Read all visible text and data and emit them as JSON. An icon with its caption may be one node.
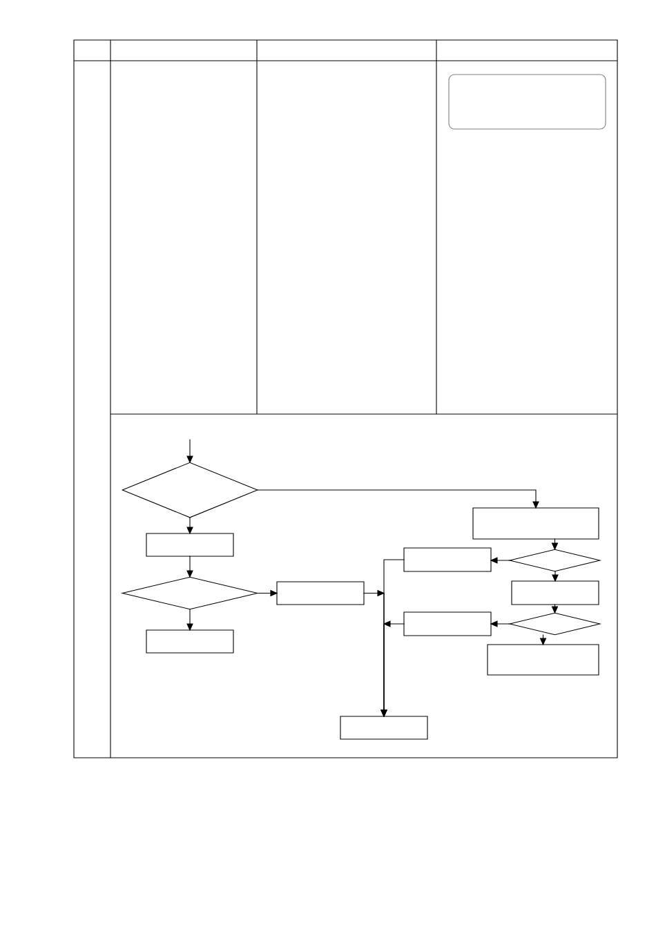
{
  "diagram": {
    "nodes": [
      {
        "text": [],
        "shape": "diamond"
      },
      {
        "text": [],
        "shape": "box"
      },
      {
        "text": [],
        "shape": "diamond"
      },
      {
        "text": [],
        "shape": "box"
      },
      {
        "text": [],
        "shape": "box"
      },
      {
        "text": [],
        "shape": "box"
      },
      {
        "text": [],
        "shape": "diamond"
      },
      {
        "text": [],
        "shape": "box"
      },
      {
        "text": [],
        "shape": "box"
      },
      {
        "text": [],
        "shape": "diamond"
      },
      {
        "text": [],
        "shape": "box"
      },
      {
        "text": [],
        "shape": "box"
      },
      {
        "text": [],
        "shape": "box"
      },
      {
        "text": [],
        "shape": "box"
      }
    ],
    "edges": [
      {
        "from": null,
        "to": 0,
        "arrow": "to"
      },
      {
        "from": 0,
        "to": 1,
        "arrow": "to"
      },
      {
        "from": 1,
        "to": 2,
        "arrow": "to"
      },
      {
        "from": 2,
        "to": 3,
        "arrow": "to"
      },
      {
        "from": 2,
        "to": 4,
        "arrow": "to"
      },
      {
        "from": 0,
        "to": 5,
        "arrow": "to"
      },
      {
        "from": 5,
        "to": 6,
        "arrow": "to"
      },
      {
        "from": 6,
        "to": 7,
        "arrow": "to"
      },
      {
        "from": 6,
        "to": 8,
        "arrow": "to"
      },
      {
        "from": 8,
        "to": 9,
        "arrow": "to"
      },
      {
        "from": 9,
        "to": 10,
        "arrow": "to"
      },
      {
        "from": 9,
        "to": 11,
        "arrow": "to"
      },
      {
        "from": 7,
        "to": 12,
        "arrow": "to"
      },
      {
        "from": 4,
        "to": 12,
        "arrow": "to"
      },
      {
        "from": 10,
        "to": 12,
        "arrow": "to"
      }
    ]
  }
}
